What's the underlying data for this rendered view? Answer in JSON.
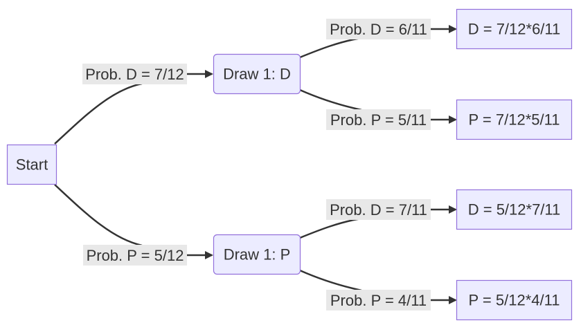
{
  "nodes": {
    "start": "Start",
    "draw_d": "Draw 1: D",
    "draw_p": "Draw 1: P",
    "dd": "D = 7/12*6/11",
    "dp": "P = 7/12*5/11",
    "pd": "D = 5/12*7/11",
    "pp": "P = 5/12*4/11"
  },
  "edges": {
    "start_to_draw_d": "Prob. D = 7/12",
    "start_to_draw_p": "Prob. P = 5/12",
    "draw_d_to_dd": "Prob. D = 6/11",
    "draw_d_to_dp": "Prob. P = 5/11",
    "draw_p_to_pd": "Prob. D = 7/11",
    "draw_p_to_pp": "Prob. P = 4/11"
  },
  "colors": {
    "node_fill": "#ECECFF",
    "node_border": "#9370DB",
    "edge": "#333333",
    "label_background": "#E8E8E8",
    "text": "#333333"
  }
}
